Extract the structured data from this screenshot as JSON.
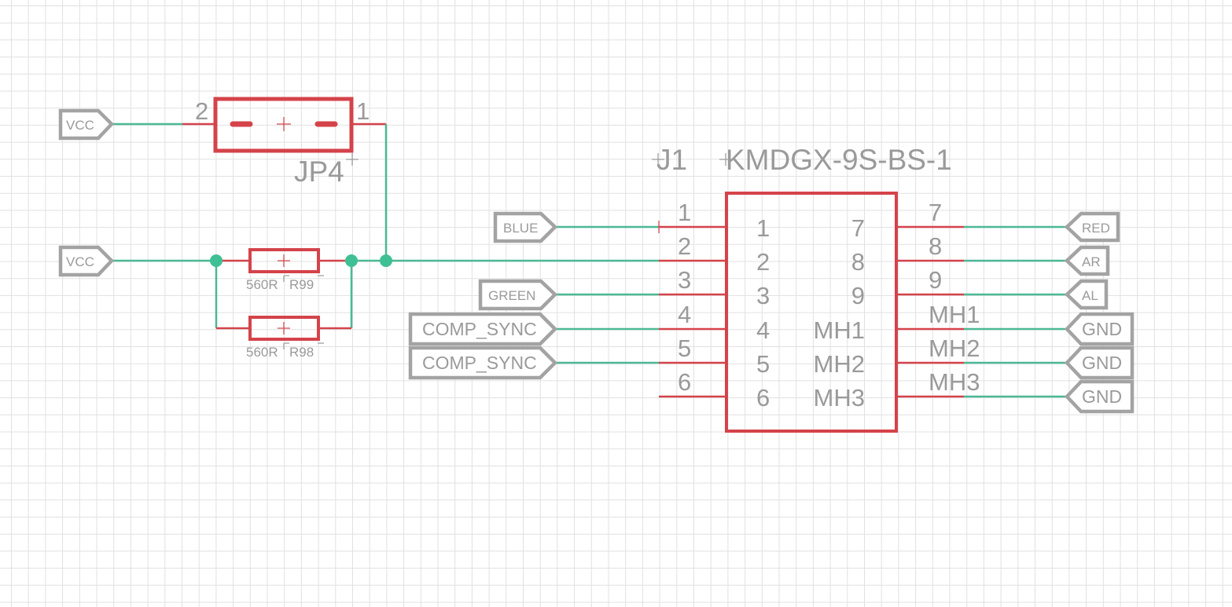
{
  "schematic": {
    "colors": {
      "wire": "#4cb896",
      "symbol": "#d4434a",
      "text": "#9a9a9a",
      "grid": "#e1e1e1",
      "junction": "#3fbf94"
    },
    "jumper": {
      "name": "JP4",
      "pin_left": "2",
      "pin_right": "1"
    },
    "resistors": [
      {
        "name": "R99",
        "value": "560R"
      },
      {
        "name": "R98",
        "value": "560R"
      }
    ],
    "connector": {
      "name": "J1",
      "value": "KMDGX-9S-BS-1",
      "left_pins": [
        "1",
        "2",
        "3",
        "4",
        "5",
        "6"
      ],
      "right_pins_outer": [
        "7",
        "8",
        "9",
        "MH1",
        "MH2",
        "MH3"
      ],
      "inner_left": [
        "1",
        "2",
        "3",
        "4",
        "5",
        "6"
      ],
      "inner_right": [
        "7",
        "8",
        "9",
        "MH1",
        "MH2",
        "MH3"
      ]
    },
    "net_labels": {
      "vcc_top": "VCC",
      "vcc_mid": "VCC",
      "left": [
        "BLUE",
        "GREEN",
        "COMP_SYNC",
        "COMP_SYNC"
      ],
      "right": [
        "RED",
        "AR",
        "AL",
        "GND",
        "GND",
        "GND"
      ]
    }
  }
}
